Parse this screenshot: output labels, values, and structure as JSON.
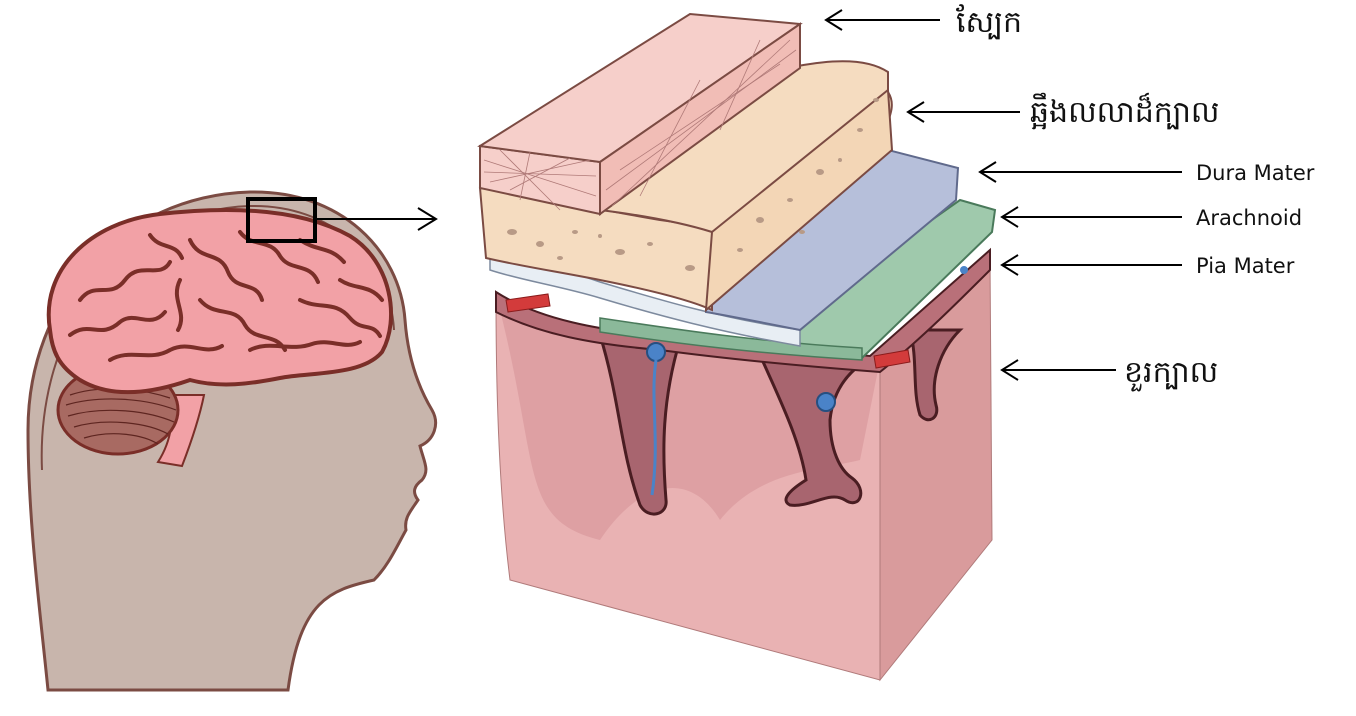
{
  "labels": {
    "skin": "ស្បែក",
    "skull": "ឆ្អឹងលលាដ៏ក្បាល",
    "dura": "Dura Mater",
    "arachnoid": "Arachnoid",
    "pia": "Pia Mater",
    "brain": "ខួរក្បាល"
  },
  "colors": {
    "skin": "#f6cfca",
    "bone": "#f5dcc0",
    "dura": "#b6bfda",
    "arachnoid": "#9fc9ac",
    "pia": "#e8eef4",
    "brain_tissue": "#e9b2b3",
    "head": "#c8b5ac",
    "brain_outline": "#7a2e28",
    "cerebrum": "#f2a1a6"
  }
}
